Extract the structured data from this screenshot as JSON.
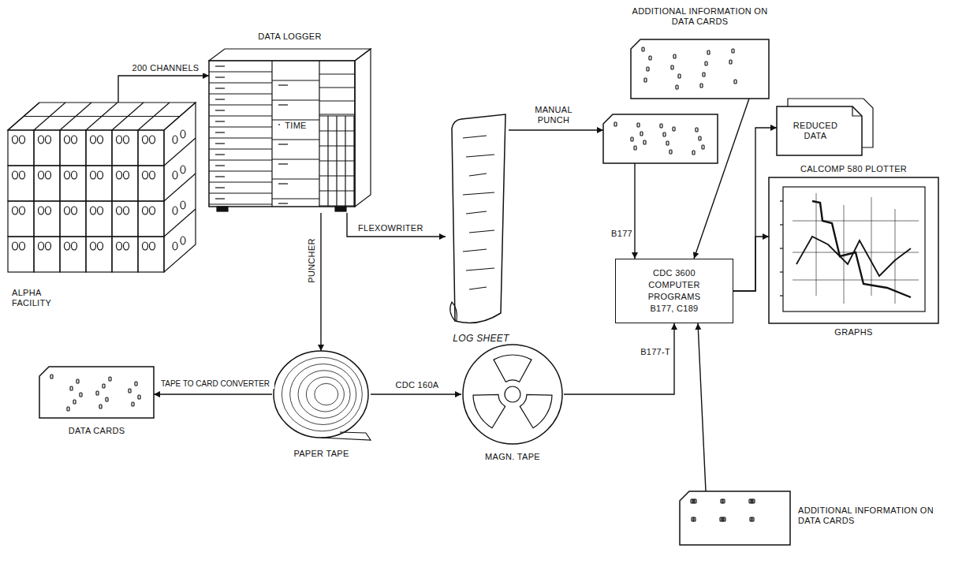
{
  "diagram": {
    "nodes": [
      {
        "text": [
          "ALPHA FACILITY"
        ]
      },
      {
        "text": [
          "DATA LOGGER",
          "TIME"
        ]
      },
      {
        "text": [
          "LOG SHEET"
        ]
      },
      {
        "text": []
      },
      {
        "text": [
          "ADDITIONAL INFORMATION ON DATA CARDS"
        ]
      },
      {
        "text": [
          "CDC 3600 COMPUTER PROGRAMS B177, C189"
        ]
      },
      {
        "text": [
          "REDUCED DATA"
        ]
      },
      {
        "text": [
          "CALCOMP 580 PLOTTER",
          "GRAPHS"
        ]
      },
      {
        "text": [
          "PAPER TAPE"
        ]
      },
      {
        "text": [
          "DATA CARDS"
        ]
      },
      {
        "text": [
          "MAGN. TAPE"
        ]
      },
      {
        "text": [
          "ADDITIONAL INFORMATION ON DATA CARDS"
        ]
      }
    ],
    "edges": [
      {
        "from": 0,
        "to": 1,
        "arrow": "to",
        "label": "200 CHANNELS"
      },
      {
        "from": 1,
        "to": 2,
        "arrow": "to",
        "label": "FLEXOWRITER"
      },
      {
        "from": 1,
        "to": 8,
        "arrow": "to",
        "label": "PUNCHER"
      },
      {
        "from": 2,
        "to": 3,
        "arrow": "to",
        "label": "MANUAL PUNCH"
      },
      {
        "from": 3,
        "to": 5,
        "arrow": "to",
        "label": "B177"
      },
      {
        "from": 4,
        "to": 5,
        "arrow": "to"
      },
      {
        "from": 8,
        "to": 9,
        "arrow": "to",
        "label": "TAPE TO CARD CONVERTER"
      },
      {
        "from": 8,
        "to": 10,
        "arrow": "to",
        "label": "CDC 160A"
      },
      {
        "from": 10,
        "to": 5,
        "arrow": "to",
        "label": "B177-T"
      },
      {
        "from": 11,
        "to": 5,
        "arrow": "to"
      },
      {
        "from": 5,
        "to": 6,
        "arrow": "to"
      },
      {
        "from": 5,
        "to": 7,
        "arrow": "to"
      }
    ]
  }
}
